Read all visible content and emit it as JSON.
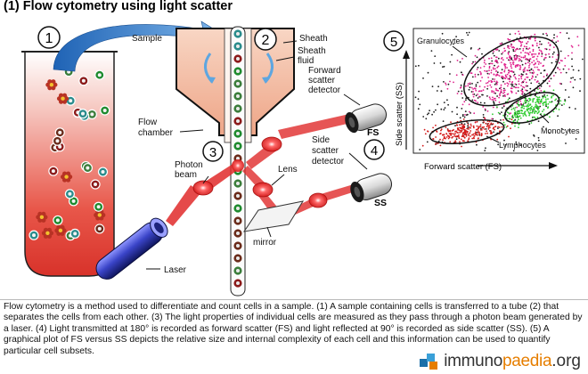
{
  "title": "(1) Flow cytometry using light scatter",
  "steps": [
    "1",
    "2",
    "3",
    "4",
    "5"
  ],
  "labels": {
    "sample": "Sample",
    "sheath": "Sheath",
    "sheath_fluid": [
      "Sheath",
      "fluid"
    ],
    "flow_chamber": [
      "Flow",
      "chamber"
    ],
    "forward_scatter_detector": [
      "Forward",
      "scatter",
      "detector"
    ],
    "side_scatter_detector": [
      "Side",
      "scatter",
      "detector"
    ],
    "fs": "FS",
    "ss": "SS",
    "photon_beam": [
      "Photon",
      "beam"
    ],
    "lens": "Lens",
    "mirror": "mirror",
    "laser": "Laser"
  },
  "plot": {
    "granulocytes": "Granulocytes",
    "monocytes": "Monocytes",
    "lymphocytes": "Lymphocytes",
    "x_label": "Forward scatter (FS)",
    "y_label": "Side scatter (SS)"
  },
  "colors": {
    "red": "#d41a1a",
    "magenta": "#e0208c",
    "green": "#2ecc2e",
    "blue": "#3a44c8",
    "fluid": "#f4c2a8"
  },
  "caption": "Flow cytometry is a method used to differentiate and count cells in a sample. (1) A sample containing cells is transferred to a tube (2) that separates the cells from each other. (3) The light properties of individual cells are measured as they pass through a photon beam generated by a laser. (4) Light transmitted at 180° is recorded as forward scatter (FS) and light reflected at 90° is recorded as side scatter (SS). (5) A graphical plot of FS versus SS depicts the relative size and internal complexity of each cell and this information can be used to quantify particular cell subsets.",
  "logo": {
    "part1": "immuno",
    "part2": "paedia",
    "part3": ".org"
  }
}
